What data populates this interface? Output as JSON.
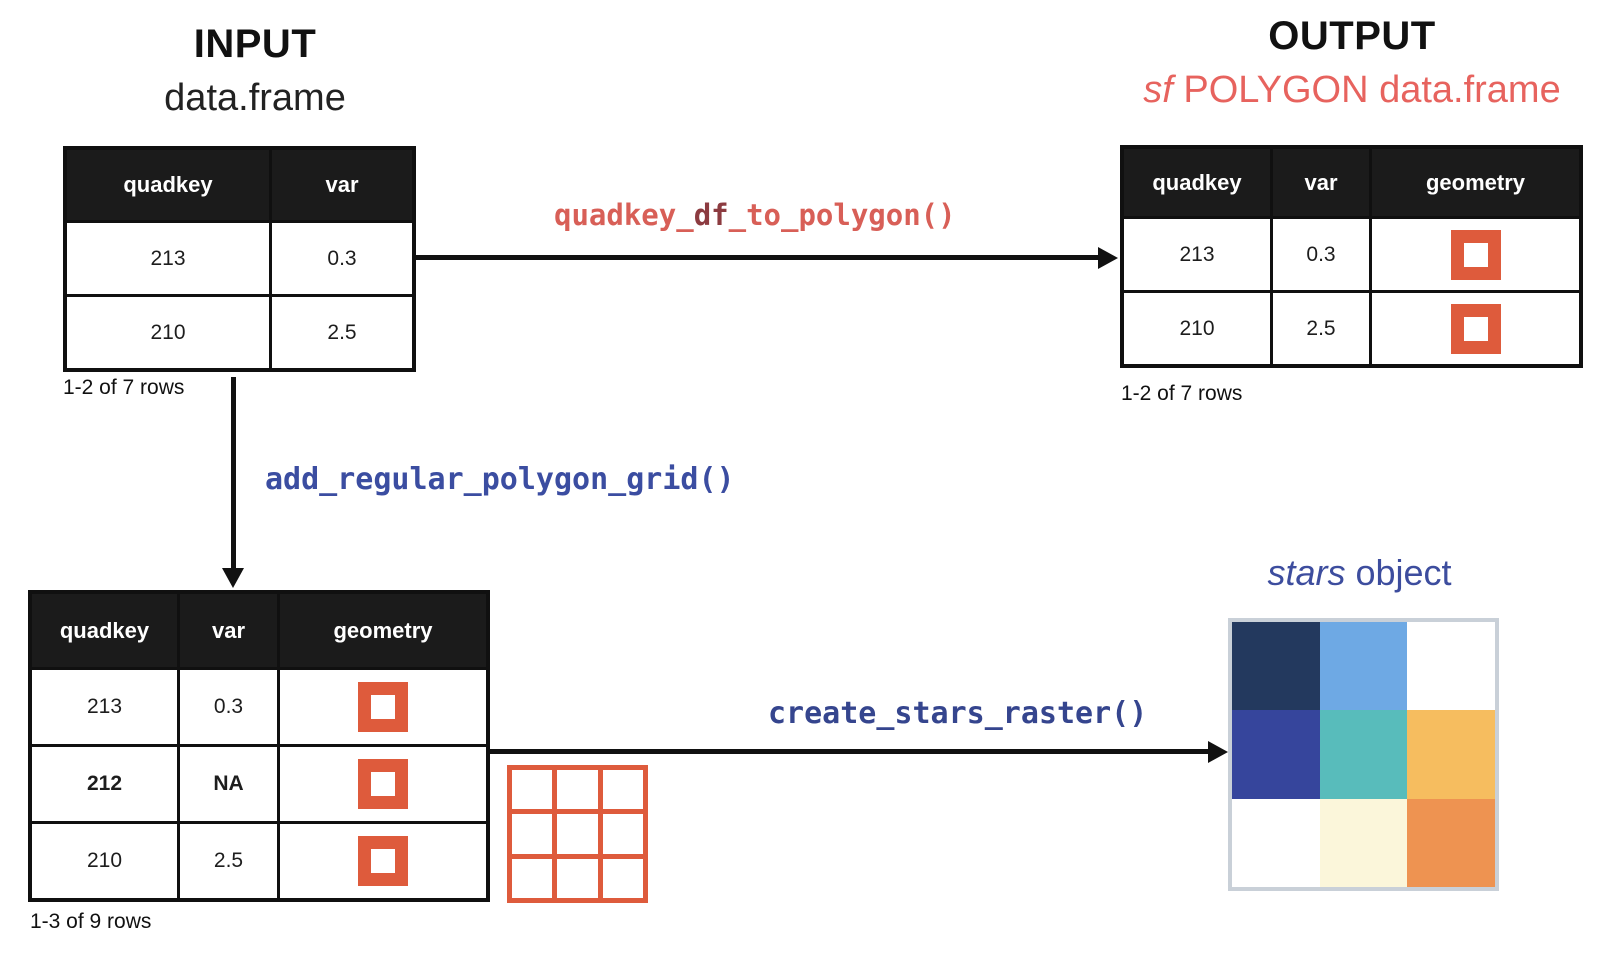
{
  "input": {
    "title": "INPUT",
    "subtitle": "data.frame",
    "caption": "1-2 of 7 rows",
    "table": {
      "headers": [
        "quadkey",
        "var"
      ],
      "rows": [
        [
          {
            "text": "213"
          },
          {
            "text": "0.3"
          }
        ],
        [
          {
            "text": "210"
          },
          {
            "text": "2.5"
          }
        ]
      ]
    }
  },
  "output": {
    "title": "OUTPUT",
    "subtitle_italic": "sf",
    "subtitle_rest": " POLYGON data.frame",
    "caption": "1-2 of 7 rows",
    "table": {
      "headers": [
        "quadkey",
        "var",
        "geometry"
      ],
      "rows": [
        [
          {
            "text": "213"
          },
          {
            "text": "0.3"
          },
          {
            "icon": "polygon-square-icon"
          }
        ],
        [
          {
            "text": "210"
          },
          {
            "text": "2.5"
          },
          {
            "icon": "polygon-square-icon"
          }
        ]
      ]
    }
  },
  "intermediate": {
    "caption": "1-3 of 9 rows",
    "table": {
      "headers": [
        "quadkey",
        "var",
        "geometry"
      ],
      "rows": [
        [
          {
            "text": "213"
          },
          {
            "text": "0.3"
          },
          {
            "icon": "polygon-square-icon"
          }
        ],
        [
          {
            "text": "212",
            "bold": true
          },
          {
            "text": "NA",
            "bold": true
          },
          {
            "icon": "polygon-square-icon"
          }
        ],
        [
          {
            "text": "210"
          },
          {
            "text": "2.5"
          },
          {
            "icon": "polygon-square-icon"
          }
        ]
      ]
    }
  },
  "functions": {
    "quadkey_df_to_polygon": {
      "pre": "quadkey_",
      "highlight": "df",
      "post": "_to_polygon()"
    },
    "add_regular_polygon_grid": "add_regular_polygon_grid()",
    "create_stars_raster": "create_stars_raster()"
  },
  "stars": {
    "title_italic": "stars",
    "title_rest": " object",
    "raster_cells": [
      [
        "#23395e",
        "#6ea9e4",
        "#ffffff"
      ],
      [
        "#36459c",
        "#58bcbb",
        "#f6bd5f"
      ],
      [
        "#ffffff",
        "#fbf6da",
        "#ee9351"
      ]
    ]
  },
  "colors": {
    "accent_orange": "#de5b3c",
    "function_red": "#d85f57",
    "function_red_dark": "#8c3b40",
    "function_blue": "#3b4da1",
    "function_blue_dark": "#35458e",
    "subtitle_red": "#e7635e",
    "stars_title_blue": "#3d4d9e",
    "table_header_bg": "#1b1b1b",
    "raster_border": "#c9d0d8"
  }
}
